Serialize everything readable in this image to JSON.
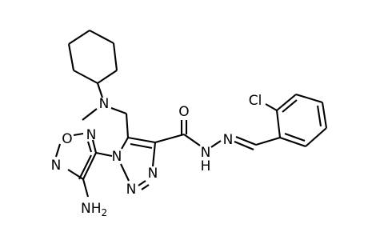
{
  "molecule": {
    "atom_labels": {
      "oxadiazole_o": "O",
      "oxadiazole_n_top": "N",
      "oxadiazole_n_left": "N",
      "amine": "NH",
      "amine_subscript": "2",
      "amine_n": "N",
      "triazole_n1": "N",
      "triazole_n2": "N",
      "triazole_n3": "N",
      "carbonyl_o": "O",
      "hydrazide_nh": "H",
      "hydrazide_n": "N",
      "hydrazone_n": "N",
      "chlorine": "Cl"
    }
  },
  "colors": {
    "bond": "#000000",
    "text": "#000000",
    "background": "#ffffff"
  }
}
